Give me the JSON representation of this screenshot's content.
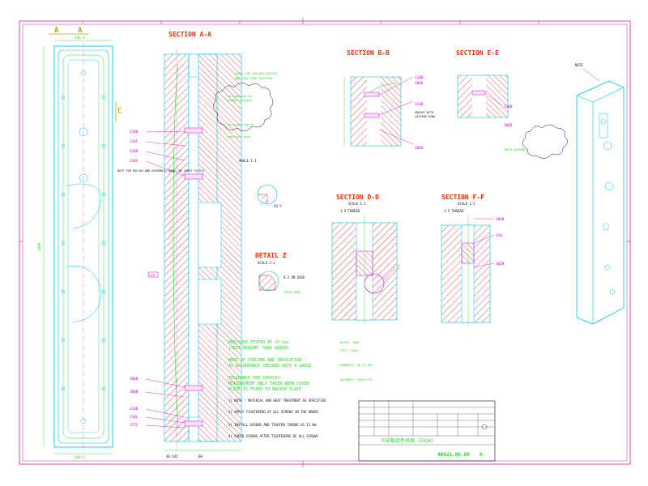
{
  "section_titles": {
    "aa": "SECTION A-A",
    "bb": "SECTION B-B",
    "dd": "SECTION D-D",
    "ee": "SECTION E-E",
    "ff": "SECTION F-F",
    "detail_z": "DETAIL Z"
  },
  "labels": {
    "a_mark": "A",
    "c_mark": "C",
    "z_mark": "Z",
    "left_top_dim": "346.5",
    "left_bottom_dim": "340.5",
    "left_height_dim": "1080",
    "aa_parts": [
      "310B",
      "310F",
      "310D",
      "310C"
    ],
    "aa_parts_bottom": [
      "300B",
      "300B",
      "310B",
      "310L",
      "3TTC"
    ],
    "aa_bottom_dims": [
      "40 b42",
      "60"
    ],
    "aa_side_tag": "C26",
    "scale_1": "SCALE 1:1",
    "scale_2": "SCALE 2:1",
    "angle_tag": "ANGLE 1:1",
    "dd_left": "1.5 THREAD",
    "ff_left": "1.5 THREAD",
    "ff_parts": [
      "300B",
      "310-",
      "302B"
    ],
    "bb_parts": [
      "310B-",
      "300D",
      "310D-",
      "300D"
    ],
    "ee_parts": [
      "310B-",
      "300D"
    ],
    "iso_top": "NOTE",
    "aa_note_left": "NOTE FOR POLISH AND ASSEMBLY, BEND THE SHEET TO FIT",
    "det_z_note": "0.2 ON EDGE"
  },
  "notes": {
    "line1": "PRESSURE TESTED AT 15 bar",
    "line2": "(TEST MEDIUM: PURE WATER)",
    "line3": "MODE OF COOLING AND INSULATION :",
    "line4": "AS ACCORDANCE CHECKED WITH A GAUGE.",
    "line5": "TOLERANCE FOR SPRUCES:",
    "line6": "MEASUREMENT ONLY TAKEN WHEN COVER",
    "line7": "PLATE IS FIXED TO BACKUP PLATE",
    "n1": "1) NOTE : MATERIAL AND HEAT TREATMENT AS SPECIFIED",
    "n2": "2) APPLY TIGHTENING OF ALL SCREWS IN THE ORDER",
    "n3": "3) INSTALL SCREWS AND TIGHTEN TORQUE AS 12 Nm",
    "n4": "4) CHECK SCREWS AFTER TIGHTENING OF ALL SCREWS"
  },
  "title_block": {
    "name": "冷却板组件总图（Z42m）",
    "number": "40421.09.00",
    "rev": "A"
  },
  "colors": {
    "border": "#d0209a",
    "outline": "#00c8e8",
    "hatch": "#e02020",
    "green": "#22e022",
    "title_red": "#ff2a00"
  }
}
